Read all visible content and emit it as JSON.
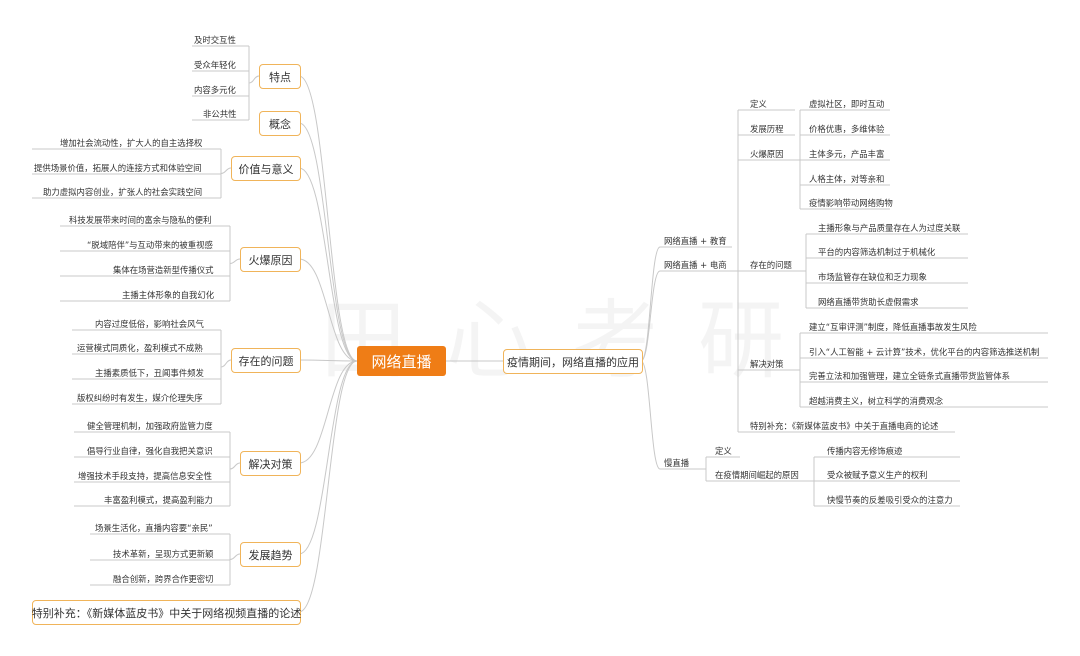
{
  "watermark": "田心考研",
  "root": "网络直播",
  "left": {
    "features": {
      "label": "特点",
      "items": [
        "及时交互性",
        "受众年轻化",
        "内容多元化",
        "非公共性"
      ]
    },
    "concept": {
      "label": "概念"
    },
    "value": {
      "label": "价值与意义",
      "items": [
        "增加社会流动性，扩大人的自主选择权",
        "提供场景价值，拓展人的连接方式和体验空间",
        "助力虚拟内容创业，扩张人的社会实践空间"
      ]
    },
    "popularity": {
      "label": "火爆原因",
      "items": [
        "科技发展带来时间的富余与隐私的便利",
        "“脱域陪伴”与互动带来的被重视感",
        "集体在场营造新型传播仪式",
        "主播主体形象的自我幻化"
      ]
    },
    "problems": {
      "label": "存在的问题",
      "items": [
        "内容过度低俗，影响社会风气",
        "运营模式同质化，盈利模式不成熟",
        "主播素质低下，丑闻事件频发",
        "版权纠纷时有发生，媒介伦理失序"
      ]
    },
    "solutions": {
      "label": "解决对策",
      "items": [
        "健全管理机制，加强政府监管力度",
        "倡导行业自律，强化自我把关意识",
        "增强技术手段支持，提高信息安全性",
        "丰富盈利模式，提高盈利能力"
      ]
    },
    "trends": {
      "label": "发展趋势",
      "items": [
        "场景生活化，直播内容要“亲民”",
        "技术革新，呈现方式更新颖",
        "融合创新，跨界合作更密切"
      ]
    },
    "supplement": {
      "label": "特别补充：《新媒体蓝皮书》中关于网络视频直播的论述"
    }
  },
  "right": {
    "pandemic": {
      "label": "疫情期间，网络直播的应用"
    },
    "edu": {
      "label": "网络直播 + 教育"
    },
    "ecom": {
      "label": "网络直播 + 电商",
      "definition": "定义",
      "history": "发展历程",
      "reasons": {
        "label": "火爆原因",
        "items": [
          "虚拟社区，即时互动",
          "价格优惠，多维体验",
          "主体多元，产品丰富",
          "人格主体，对等亲和",
          "疫情影响带动网络购物"
        ]
      },
      "problems": {
        "label": "存在的问题",
        "items": [
          "主播形象与产品质量存在人为过度关联",
          "平台的内容筛选机制过于机械化",
          "市场监管存在缺位和乏力现象",
          "网络直播带货助长虚假需求"
        ]
      },
      "solutions": {
        "label": "解决对策",
        "items": [
          "建立“互审评测”制度，降低直播事故发生风险",
          "引入“人工智能 + 云计算”技术，优化平台的内容筛选推送机制",
          "完善立法和加强管理，建立全链条式直播带货监管体系",
          "超越消费主义，树立科学的消费观念"
        ]
      },
      "supplement": "特别补充：《新媒体蓝皮书》中关于直播电商的论述"
    },
    "slow": {
      "label": "慢直播",
      "definition": "定义",
      "rise": {
        "label": "在疫情期间崛起的原因",
        "items": [
          "传播内容无修饰痕迹",
          "受众被赋予意义生产的权利",
          "快慢节奏的反差吸引受众的注意力"
        ]
      }
    }
  },
  "colors": {
    "root": "#ef7d16",
    "border": "#f0b45a",
    "line": "#c8c8c8"
  }
}
